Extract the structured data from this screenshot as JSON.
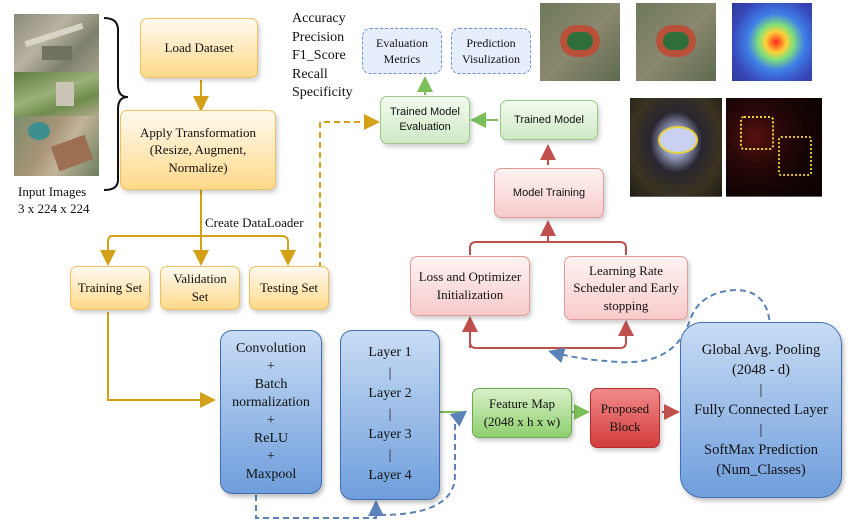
{
  "input": {
    "caption_line1": "Input Images",
    "caption_line2": "3 x 224 x 224"
  },
  "metrics": [
    "Accuracy",
    "Precision",
    "F1_Score",
    "Recall",
    "Specificity"
  ],
  "boxes": {
    "load_dataset": "Load Dataset",
    "apply_transformation": [
      "Apply Transformation",
      "(Resize, Augment,",
      "Normalize)"
    ],
    "create_dataloader": "Create DataLoader",
    "training_set": "Training Set",
    "validation_set": [
      "Validation",
      "Set"
    ],
    "testing_set": "Testing Set",
    "conv_block": [
      "Convolution",
      "+",
      "Batch",
      "normalization",
      "+",
      "ReLU",
      "+",
      "Maxpool"
    ],
    "layers": [
      "Layer 1",
      "|",
      "Layer 2",
      "|",
      "Layer 3",
      "|",
      "Layer 4"
    ],
    "feature_map": [
      "Feature Map",
      "(2048 x h x w)"
    ],
    "proposed_block": [
      "Proposed",
      "Block"
    ],
    "head": [
      "Global Avg. Pooling",
      "(2048 - d)",
      "|",
      "Fully Connected Layer",
      "|",
      "SoftMax Prediction",
      "(Num_Classes)"
    ],
    "loss_optimizer": [
      "Loss and Optimizer",
      "Initialization"
    ],
    "lr_scheduler": [
      "Learning Rate",
      "Scheduler and Early",
      "stopping"
    ],
    "model_training": "Model Training",
    "trained_model": "Trained Model",
    "trained_model_eval": [
      "Trained Model",
      "Evaluation"
    ],
    "evaluation_metrics": [
      "Evaluation",
      "Metrics"
    ],
    "prediction_viz": [
      "Prediction",
      "Visulization"
    ]
  },
  "colors": {
    "orange": "#d4a017",
    "green": "#7cbf5a",
    "red": "#c0504d",
    "blue": "#5b82b9"
  }
}
